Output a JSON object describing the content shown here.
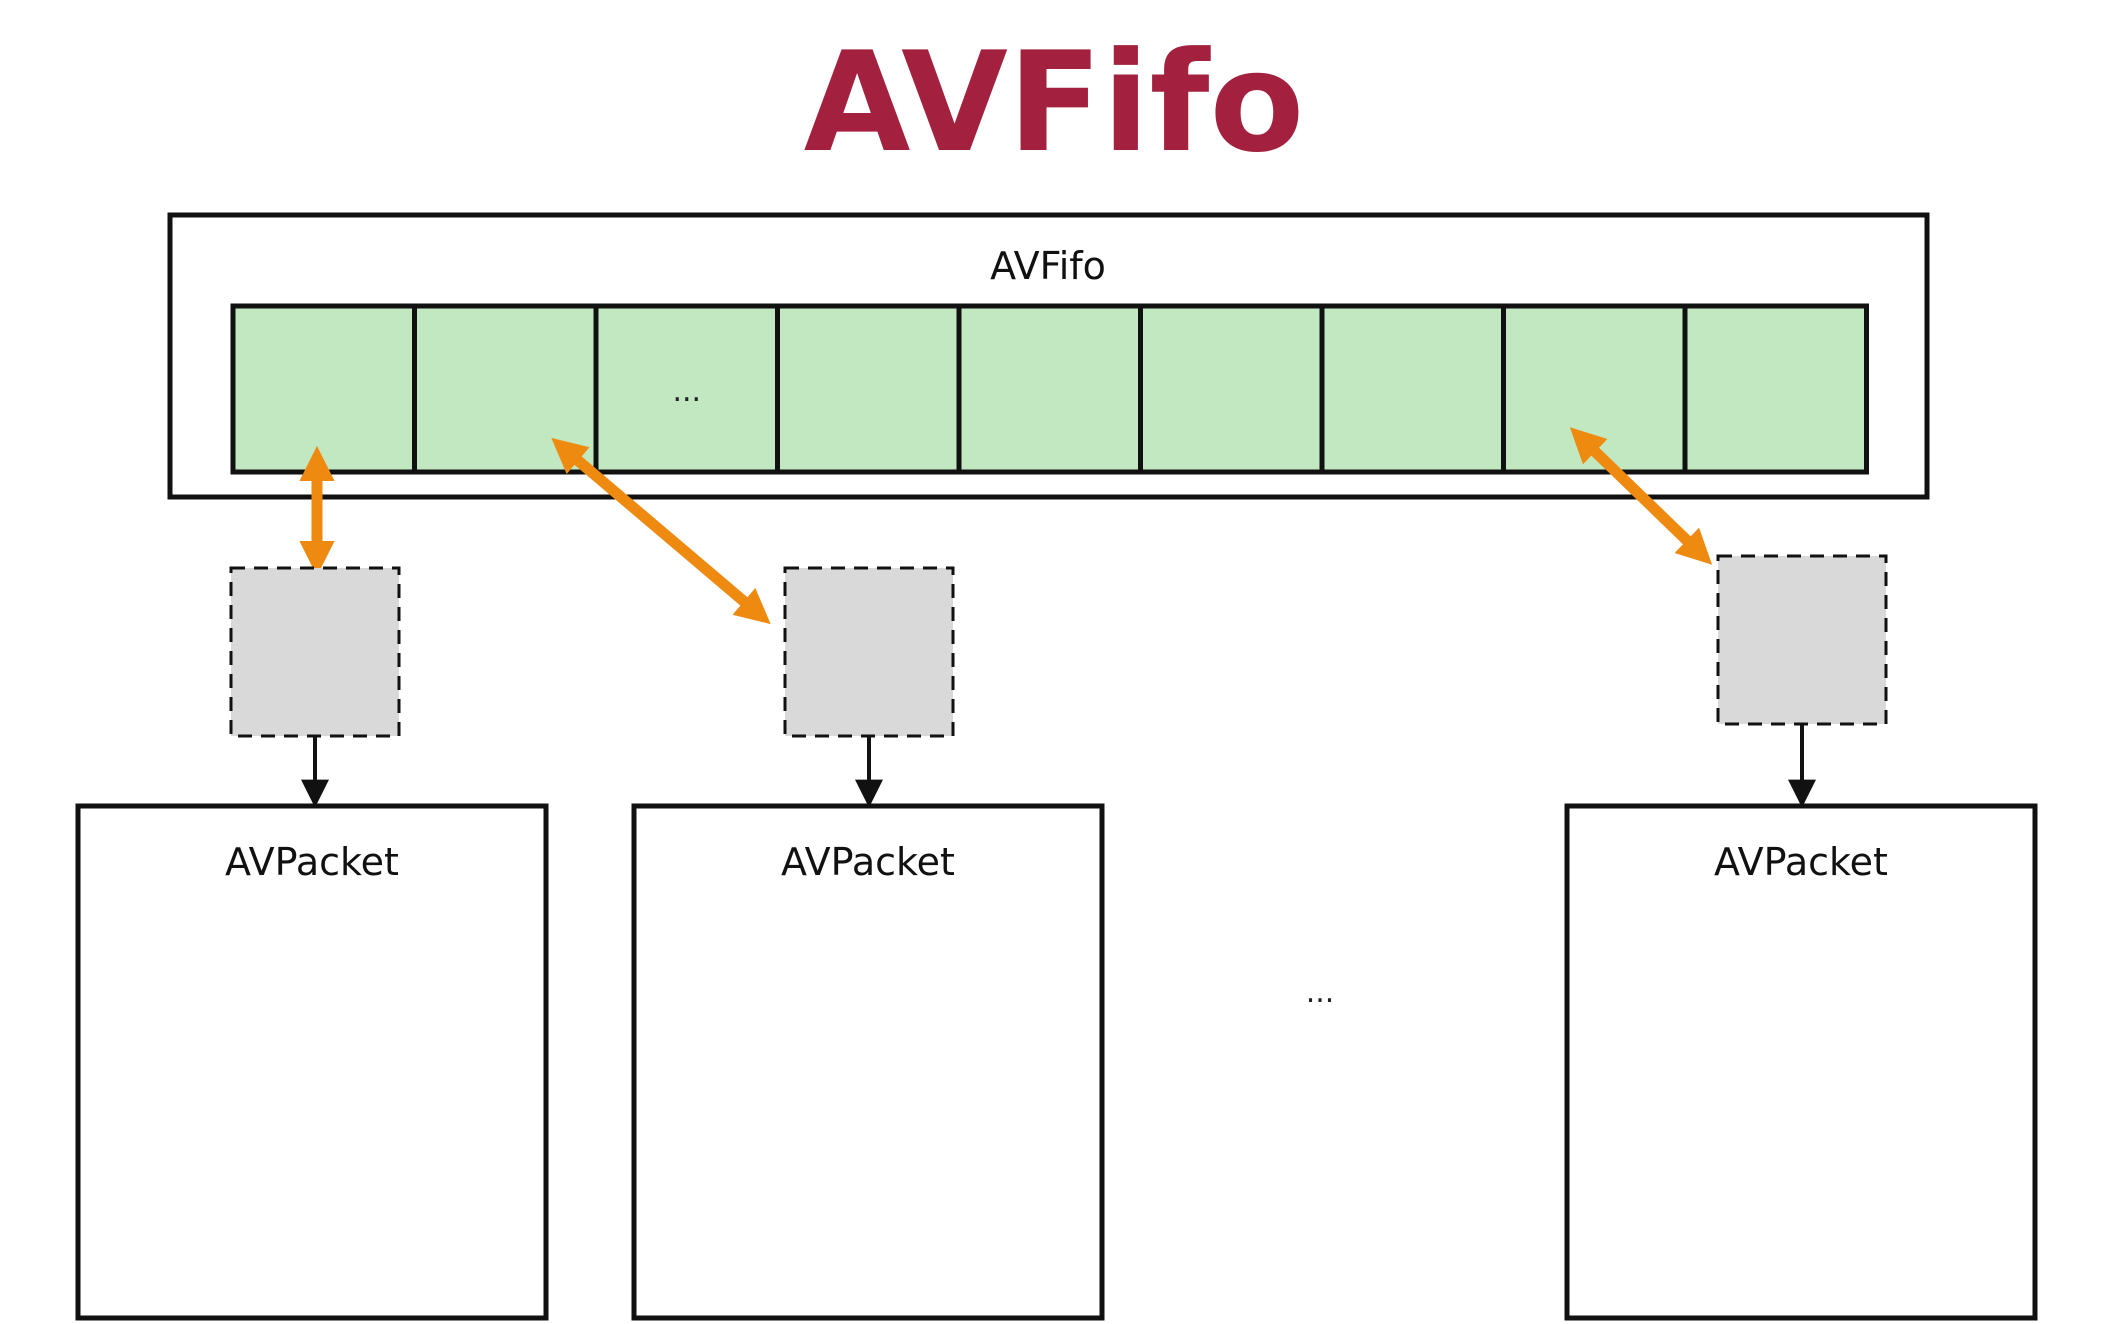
{
  "title": "AVFifo",
  "fifo": {
    "label": "AVFifo",
    "slot_count": 9,
    "ellipsis_slot_index": 2,
    "ellipsis_text": "..."
  },
  "packets": [
    {
      "label": "AVPacket",
      "linked_slot": 0
    },
    {
      "label": "AVPacket",
      "linked_slot": 1
    },
    {
      "label": "AVPacket",
      "linked_slot": 7
    }
  ],
  "packets_ellipsis": "...",
  "colors": {
    "title": "#a3213f",
    "slot_fill": "#c2e8c2",
    "slot_stroke": "#111111",
    "pointer_fill": "#d9d9d9",
    "arrow_orange": "#ee8a10",
    "line_black": "#111111"
  }
}
